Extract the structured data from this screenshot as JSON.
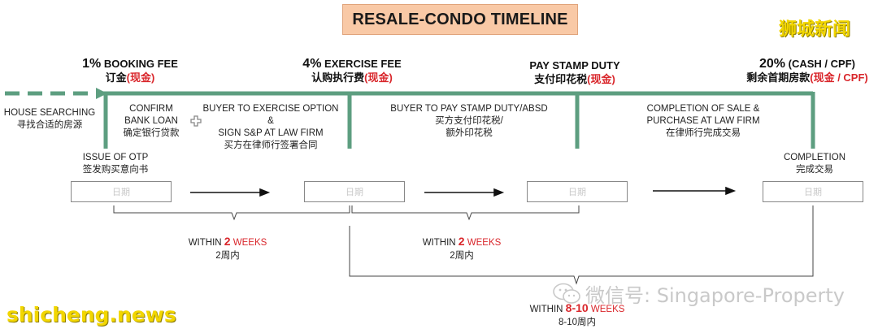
{
  "title": "RESALE-CONDO TIMELINE",
  "brand_top": "狮城新闻",
  "brand_bottom": "shicheng.news",
  "wechat_text": "微信号: Singapore-Property",
  "colors": {
    "timeline": "#5d9e80",
    "accent_red": "#d9262b",
    "title_bg": "#f9c9a6",
    "brand": "#f2d600"
  },
  "milestones": [
    {
      "en_amount": "1%",
      "en_text": "BOOKING FEE",
      "cn": "订金",
      "cn_red": "(现金)"
    },
    {
      "en_amount": "4%",
      "en_text": "EXERCISE FEE",
      "cn": "认购执行费",
      "cn_red": "(现金)"
    },
    {
      "en_amount": "",
      "en_text": "PAY STAMP DUTY",
      "cn": "支付印花税",
      "cn_red": "(现金)"
    },
    {
      "en_amount": "20%",
      "en_text": "(CASH / CPF)",
      "cn": "剩余首期房款",
      "cn_red": "(现金 / CPF)"
    }
  ],
  "steps": {
    "house_searching": {
      "en": "HOUSE SEARCHING",
      "cn": "寻找合适的房源"
    },
    "confirm_loan": {
      "en1": "CONFIRM",
      "en2": "BANK LOAN",
      "cn": "确定银行贷款"
    },
    "exercise_option": {
      "en1": "BUYER TO EXERCISE OPTION &",
      "en2": "SIGN S&P AT LAW FIRM",
      "cn": "买方在律师行签署合同"
    },
    "stamp_duty": {
      "en": "BUYER TO PAY STAMP DUTY/ABSD",
      "cn1": "买方支付印花税/",
      "cn2": "额外印花税"
    },
    "completion_sale": {
      "en1": "COMPLETION OF SALE &",
      "en2": "PURCHASE AT LAW FIRM",
      "cn": "在律师行完成交易"
    },
    "issue_otp": {
      "en": "ISSUE OF OTP",
      "cn": "签发购买意向书"
    },
    "completion": {
      "en": "COMPLETION",
      "cn": "完成交易"
    }
  },
  "date_placeholder": "日期",
  "durations": [
    {
      "prefix": "WITHIN ",
      "num": "2",
      "unit": " WEEKS",
      "cn": "2周内"
    },
    {
      "prefix": "WITHIN ",
      "num": "2",
      "unit": " WEEKS",
      "cn": "2周内"
    },
    {
      "prefix": "WITHIN ",
      "num": "8-10",
      "unit": " WEEKS",
      "cn": "8-10周内"
    }
  ]
}
